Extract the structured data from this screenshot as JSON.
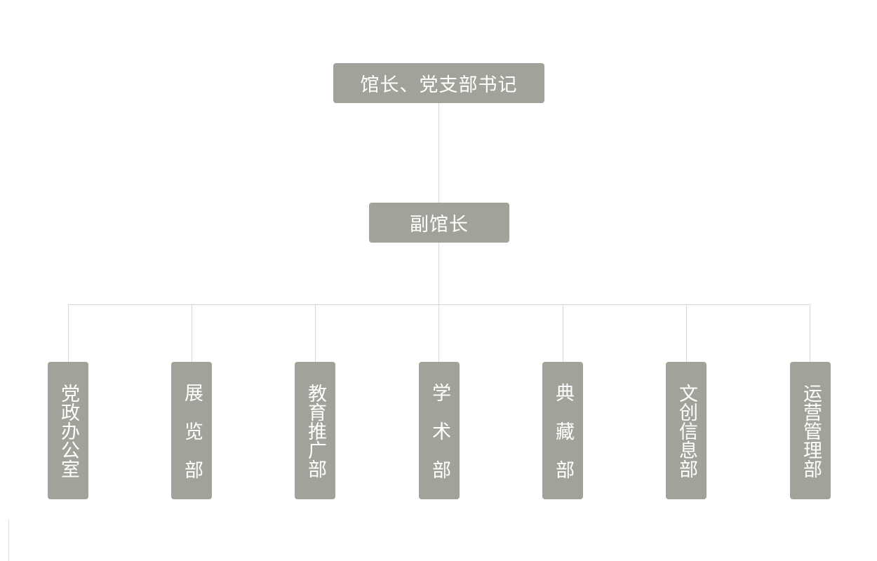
{
  "chart": {
    "top": {
      "label": "馆长、党支部书记"
    },
    "middle": {
      "label": "副馆长"
    },
    "departments": [
      {
        "label": "党政办公室",
        "spaced": false
      },
      {
        "label": "展览部",
        "spaced": true
      },
      {
        "label": "教育推广部",
        "spaced": false
      },
      {
        "label": "学术部",
        "spaced": true
      },
      {
        "label": "典藏部",
        "spaced": true
      },
      {
        "label": "文创信息部",
        "spaced": false
      },
      {
        "label": "运营管理部",
        "spaced": false
      }
    ]
  },
  "colors": {
    "box": "#a3a29a",
    "line": "#d6d6d6",
    "text": "#ffffff"
  }
}
